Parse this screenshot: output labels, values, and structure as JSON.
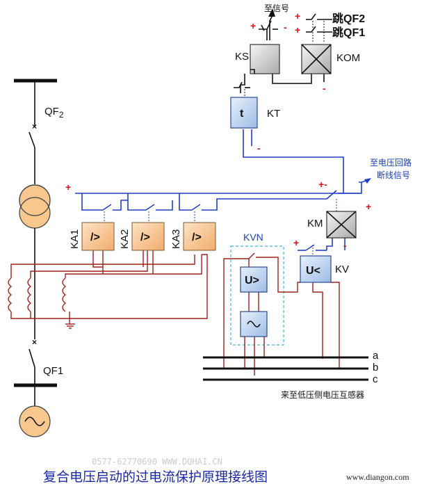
{
  "title": "复合电压启动的过电流保护原理接线图",
  "watermark": "0577-62770690  WWW.DQHAI.CN",
  "site": "www.diangon.com",
  "labels": {
    "qf2": "QF",
    "qf2_sub": "2",
    "qf1": "QF1",
    "ka1": "KA1",
    "ka2": "KA2",
    "ka3": "KA3",
    "ks": "KS",
    "kom": "KOM",
    "kt": "KT",
    "km": "KM",
    "kv": "KV",
    "kvn": "KVN",
    "signal": "至信号",
    "trip_qf2": "跳QF2",
    "trip_qf1": "跳QF1",
    "voltage_loop_1": "至电压回路",
    "voltage_loop_2": "断线信号",
    "bus_a": "a",
    "bus_b": "b",
    "bus_c": "c",
    "from_pt": "来至低压侧电压互感器"
  },
  "relays": {
    "ka_symbol": "/>",
    "kt_symbol": "t",
    "kv_symbol": "U<",
    "kvn_symbol": "U>",
    "filter_symbol": "~"
  },
  "polarity": {
    "plus": "+",
    "minus": "-",
    "plus_minus": "+-"
  },
  "colors": {
    "dc_wire": "#1f3fc8",
    "ac_wire": "#a0201c",
    "relay_orange": "#f6c089",
    "relay_blue": "#bcd3f0",
    "kvn_dash": "#3ab8d8",
    "title": "#1a28a8",
    "polarity": "#e0101a"
  }
}
